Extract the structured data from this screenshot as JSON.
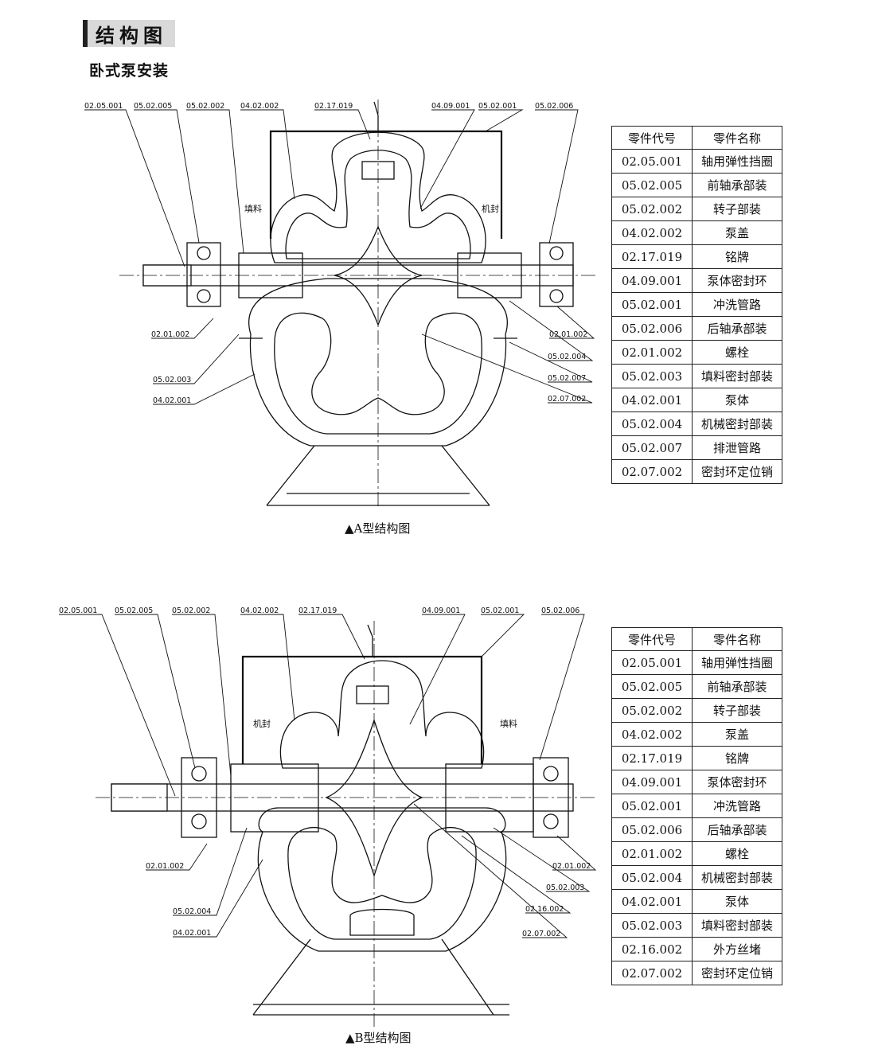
{
  "header": {
    "title": "结构图",
    "subtitle": "卧式泵安装"
  },
  "diagram_a": {
    "caption": "▲A型结构图",
    "callouts": [
      "02.05.001",
      "05.02.005",
      "05.02.002",
      "04.02.002",
      "02.17.019",
      "04.09.001",
      "05.02.001",
      "05.02.006",
      "02.01.002",
      "05.02.003",
      "04.02.001",
      "02.01.002",
      "05.02.004",
      "05.02.007",
      "02.07.002"
    ],
    "notes": {
      "left": "填料",
      "right": "机封"
    }
  },
  "diagram_b": {
    "caption": "▲B型结构图",
    "callouts": [
      "02.05.001",
      "05.02.005",
      "05.02.002",
      "04.02.002",
      "02.17.019",
      "04.09.001",
      "05.02.001",
      "05.02.006",
      "02.01.002",
      "05.02.004",
      "04.02.001",
      "02.01.002",
      "05.02.003",
      "02.16.002",
      "02.07.002"
    ],
    "notes": {
      "left": "机封",
      "right": "填料"
    }
  },
  "table_a": {
    "headers": [
      "零件代号",
      "零件名称"
    ],
    "rows": [
      [
        "02.05.001",
        "轴用弹性挡圈"
      ],
      [
        "05.02.005",
        "前轴承部装"
      ],
      [
        "05.02.002",
        "转子部装"
      ],
      [
        "04.02.002",
        "泵盖"
      ],
      [
        "02.17.019",
        "铭牌"
      ],
      [
        "04.09.001",
        "泵体密封环"
      ],
      [
        "05.02.001",
        "冲洗管路"
      ],
      [
        "05.02.006",
        "后轴承部装"
      ],
      [
        "02.01.002",
        "螺栓"
      ],
      [
        "05.02.003",
        "填料密封部装"
      ],
      [
        "04.02.001",
        "泵体"
      ],
      [
        "05.02.004",
        "机械密封部装"
      ],
      [
        "05.02.007",
        "排泄管路"
      ],
      [
        "02.07.002",
        "密封环定位销"
      ]
    ]
  },
  "table_b": {
    "headers": [
      "零件代号",
      "零件名称"
    ],
    "rows": [
      [
        "02.05.001",
        "轴用弹性挡圈"
      ],
      [
        "05.02.005",
        "前轴承部装"
      ],
      [
        "05.02.002",
        "转子部装"
      ],
      [
        "04.02.002",
        "泵盖"
      ],
      [
        "02.17.019",
        "铭牌"
      ],
      [
        "04.09.001",
        "泵体密封环"
      ],
      [
        "05.02.001",
        "冲洗管路"
      ],
      [
        "05.02.006",
        "后轴承部装"
      ],
      [
        "02.01.002",
        "螺栓"
      ],
      [
        "05.02.004",
        "机械密封部装"
      ],
      [
        "04.02.001",
        "泵体"
      ],
      [
        "05.02.003",
        "填料密封部装"
      ],
      [
        "02.16.002",
        "外方丝堵"
      ],
      [
        "02.07.002",
        "密封环定位销"
      ]
    ]
  }
}
